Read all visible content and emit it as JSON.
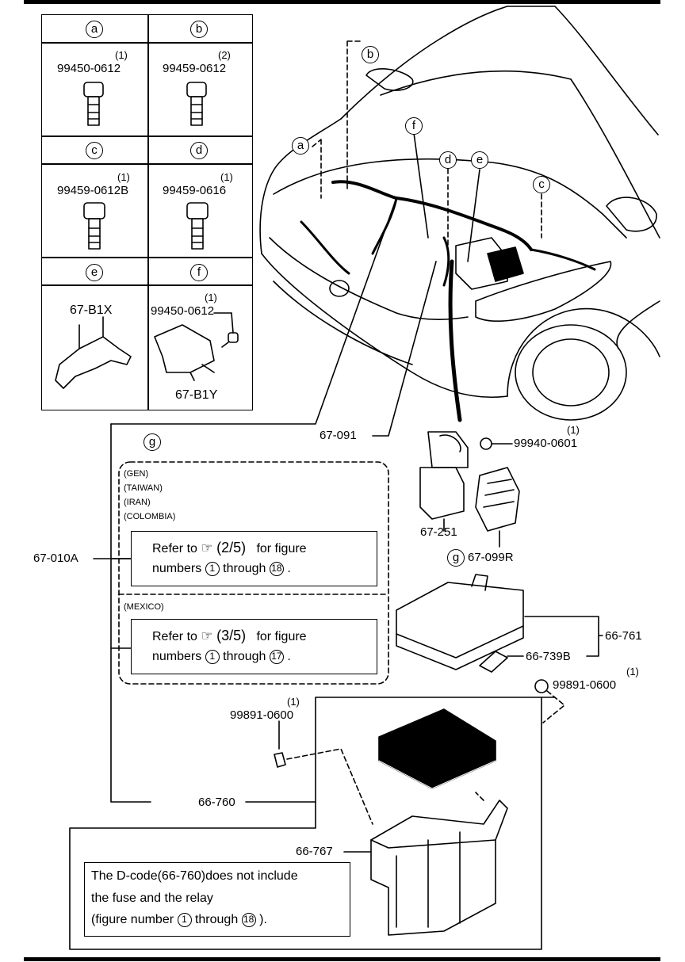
{
  "bolts": [
    {
      "letter": "a",
      "qty": "(1)",
      "part": "99450-0612"
    },
    {
      "letter": "b",
      "qty": "(2)",
      "part": "99459-0612"
    },
    {
      "letter": "c",
      "qty": "(1)",
      "part": "99459-0612B"
    },
    {
      "letter": "d",
      "qty": "(1)",
      "part": "99459-0616"
    },
    {
      "letter": "e",
      "part": "67-B1X"
    },
    {
      "letter": "f",
      "qty": "(1)",
      "part": "99450-0612",
      "part2": "67-B1Y"
    }
  ],
  "callouts": {
    "a": "a",
    "b": "b",
    "c": "c",
    "d": "d",
    "e": "e",
    "f": "f",
    "g": "g"
  },
  "parts": {
    "p67_091": "67-091",
    "p99940_0601": "99940-0601",
    "p99940_qty": "(1)",
    "p67_251": "67-251",
    "p67_099R": "67-099R",
    "p67_010A": "67-010A",
    "p66_761": "66-761",
    "p66_739B": "66-739B",
    "p99891_0600_right": "99891-0600",
    "p99891_right_qty": "(1)",
    "p99891_0600_left": "99891-0600",
    "p99891_left_qty": "(1)",
    "p66_760": "66-760",
    "p66_767": "66-767"
  },
  "markets": {
    "group1": [
      "(GEN)",
      "(TAIWAN)",
      "(IRAN)",
      "(COLOMBIA)"
    ],
    "group2": [
      "(MEXICO)"
    ]
  },
  "refs": [
    {
      "refer": "Refer to",
      "figure": "(2/5)",
      "for_figure": "for figure",
      "numbers": "numbers",
      "from": "1",
      "through": "through",
      "to": "18",
      "end": "."
    },
    {
      "refer": "Refer to",
      "figure": "(3/5)",
      "for_figure": "for figure",
      "numbers": "numbers",
      "from": "1",
      "through": "through",
      "to": "17",
      "end": "."
    }
  ],
  "note": {
    "line1": "The D-code(66-760)does not include",
    "line2": "the fuse and the relay",
    "line3a": "(figure number",
    "from": "1",
    "through": "through",
    "to": "18",
    "line3b": ")."
  }
}
